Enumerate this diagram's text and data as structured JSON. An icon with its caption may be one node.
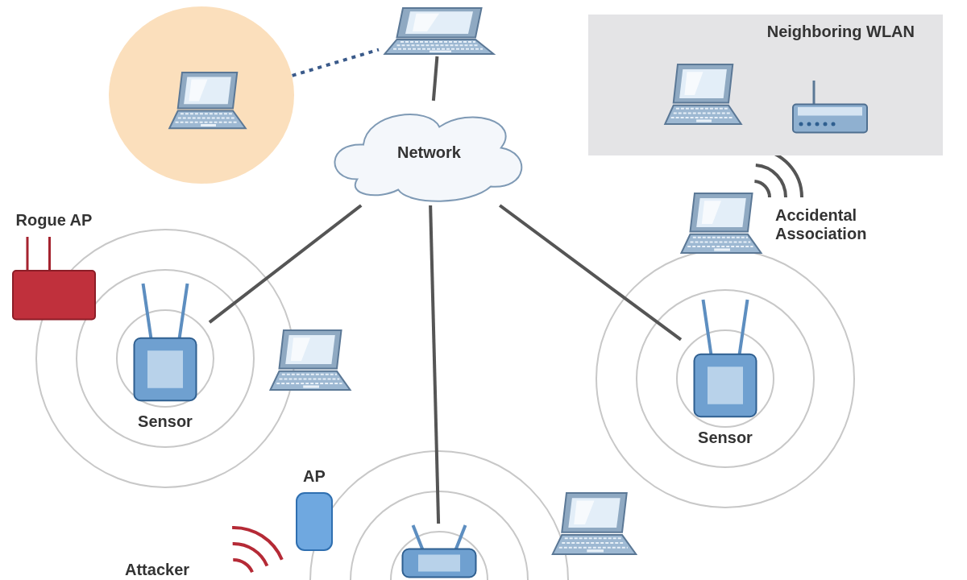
{
  "diagram": {
    "nodes": [
      {
        "text": [],
        "shape": "picture"
      },
      {
        "text": [],
        "shape": "circle"
      },
      {
        "text": [],
        "shape": "picture",
        "in": 1
      },
      {
        "text": [
          "Network"
        ]
      },
      {
        "text": [
          "Neighboring WLAN"
        ]
      },
      {
        "text": [],
        "shape": "picture",
        "in": 4
      },
      {
        "text": [],
        "shape": "picture",
        "in": 4
      },
      {
        "text": [],
        "shape": "picture"
      },
      {
        "text": [
          "Rogue AP"
        ]
      },
      {
        "text": [
          "Sensor"
        ]
      },
      {
        "text": [],
        "shape": "picture"
      },
      {
        "text": [
          "Sensor"
        ]
      },
      {
        "text": [
          "AP"
        ]
      },
      {
        "text": [],
        "shape": "picture"
      },
      {
        "text": [],
        "shape": "picture"
      },
      {
        "text": [
          "Attacker"
        ]
      }
    ],
    "edges": [
      {
        "from": 2,
        "to": 0,
        "arrow": "none",
        "style": "dashed"
      },
      {
        "from": 0,
        "to": 3,
        "arrow": "none"
      },
      {
        "from": 3,
        "to": 9,
        "arrow": "none"
      },
      {
        "from": 3,
        "to": 13,
        "arrow": "none"
      },
      {
        "from": 3,
        "to": 11,
        "arrow": "none"
      }
    ],
    "labels": [
      "Accidental Association"
    ]
  }
}
